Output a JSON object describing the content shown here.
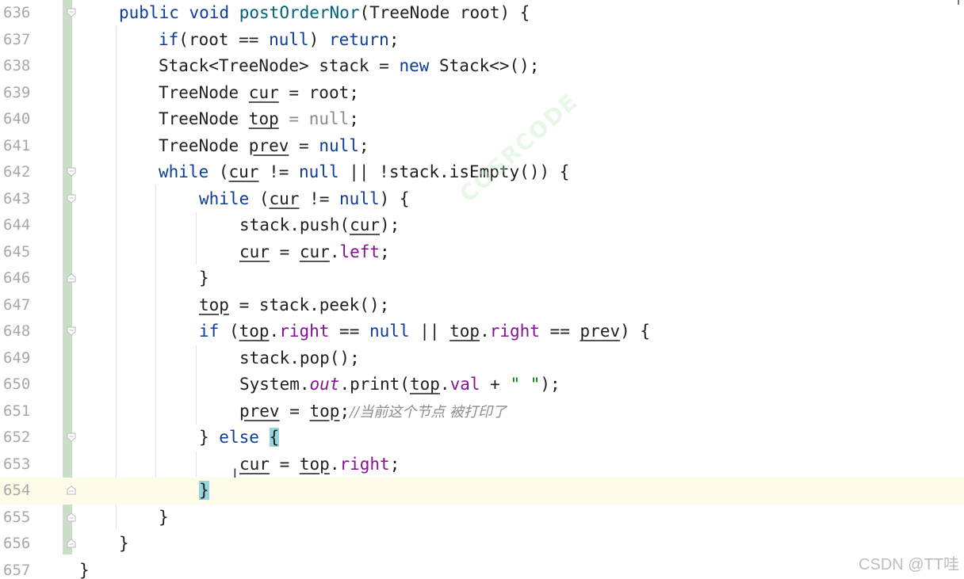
{
  "editor": {
    "line_numbers": [
      "636",
      "637",
      "638",
      "639",
      "640",
      "641",
      "642",
      "643",
      "644",
      "645",
      "646",
      "647",
      "648",
      "649",
      "650",
      "651",
      "652",
      "653",
      "654",
      "655",
      "656",
      "657"
    ],
    "current_line": "654",
    "comment_text": "//当前这个节点 被打印了",
    "string_literal": "\" \"",
    "watermark": "COSRCODE",
    "footer_watermark": "CSDN @TT哇",
    "colors": {
      "keyword": "#0c3d9a",
      "field": "#871094",
      "current_line_bg": "#fefbe8",
      "brace_highlight": "#99d3db",
      "vcs_added": "#c9dfc7"
    }
  }
}
